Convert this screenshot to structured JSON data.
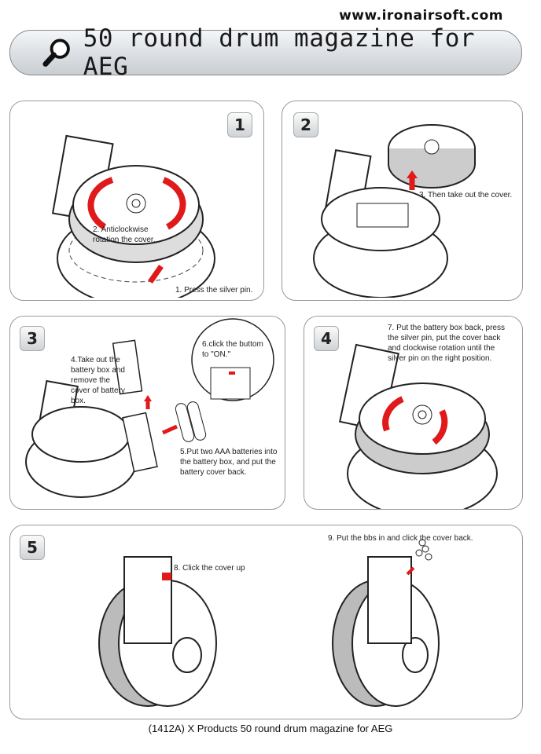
{
  "header": {
    "url": "www.ironairsoft.com",
    "title": "50 round drum magazine for AEG",
    "icon": "magnifier-icon"
  },
  "steps": [
    {
      "number": "1",
      "notes": [
        "2. Anticlockwise rotation the cover.",
        "1. Press the silver pin."
      ]
    },
    {
      "number": "2",
      "notes": [
        "3. Then take out the cover."
      ]
    },
    {
      "number": "3",
      "notes": [
        "4.Take out the battery box and remove the cover of battery box.",
        "6.click the buttom to \"ON.\"",
        "5.Put two AAA batteries into the battery box, and put the battery cover back."
      ]
    },
    {
      "number": "4",
      "notes": [
        "7. Put the battery box back, press the silver pin, put the cover back and clockwise rotation until the silver pin on the right position."
      ]
    },
    {
      "number": "5",
      "notes": [
        "8. Click the cover up",
        "9. Put the bbs in and click the cover back."
      ]
    }
  ],
  "footer": "(1412A) X Products 50 round drum magazine for AEG",
  "colors": {
    "arrow": "#e0191b",
    "border": "#999999"
  }
}
